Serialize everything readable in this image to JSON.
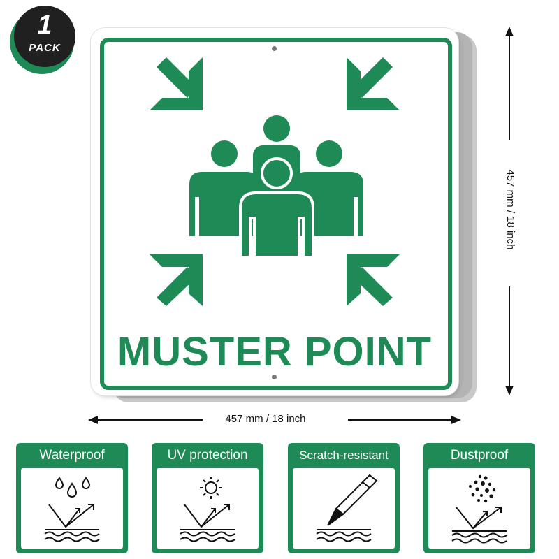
{
  "badge": {
    "number": "1",
    "label": "PACK"
  },
  "sign": {
    "title": "MUSTER POINT"
  },
  "dimensions": {
    "width": "457 mm / 18 inch",
    "height": "457 mm / 18 inch"
  },
  "features": [
    {
      "title": "Waterproof",
      "icon": "water-drops-icon"
    },
    {
      "title": "UV protection",
      "icon": "sun-icon"
    },
    {
      "title": "Scratch-resistant",
      "icon": "blade-icon"
    },
    {
      "title": "Dustproof",
      "icon": "dust-particles-icon"
    }
  ],
  "colors": {
    "brand_green": "#1e8a55",
    "badge_dark": "#202020",
    "text": "#111111"
  }
}
